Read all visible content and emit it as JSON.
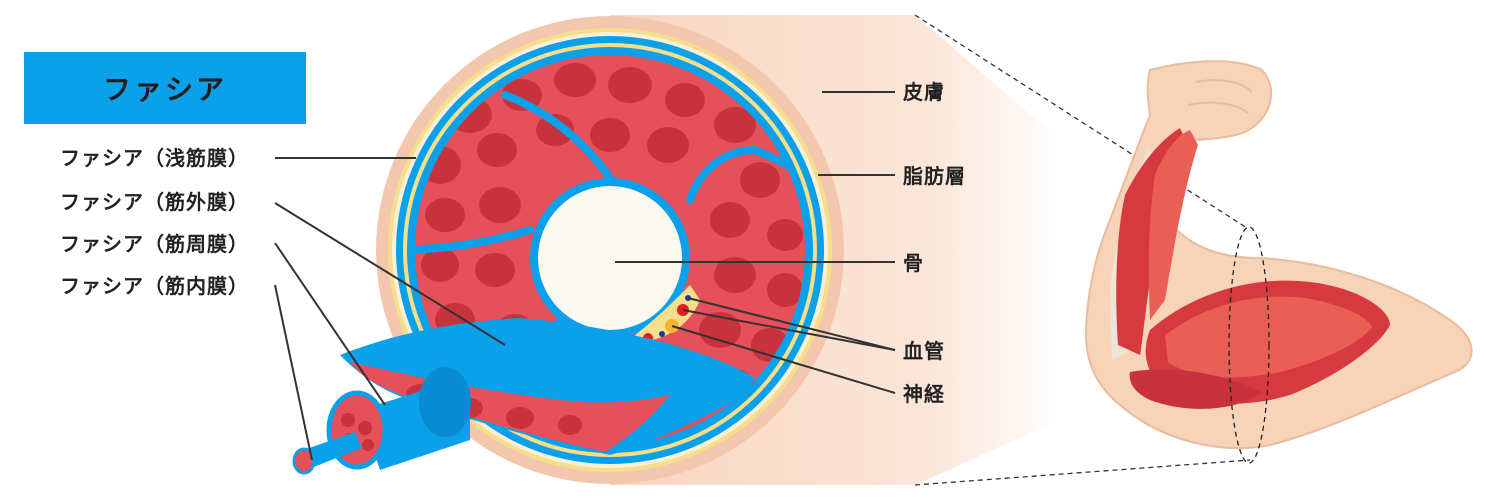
{
  "title": "ファシア",
  "labels_left": {
    "superficial_fascia": "ファシア（浅筋膜）",
    "epimysium": "ファシア（筋外膜）",
    "perimysium": "ファシア（筋周膜）",
    "endomysium": "ファシア（筋内膜）"
  },
  "labels_right": {
    "skin": "皮膚",
    "fat_layer": "脂肪層",
    "bone": "骨",
    "blood_vessel": "血管",
    "nerve": "神経"
  },
  "colors": {
    "fascia_blue": "#0aa0ea",
    "muscle_red": "#e6505a",
    "muscle_dark": "#c8323c",
    "skin_peach": "#f8d3bb",
    "fat_yellow": "#f6df8a",
    "bone_white": "#fbf8f0"
  }
}
